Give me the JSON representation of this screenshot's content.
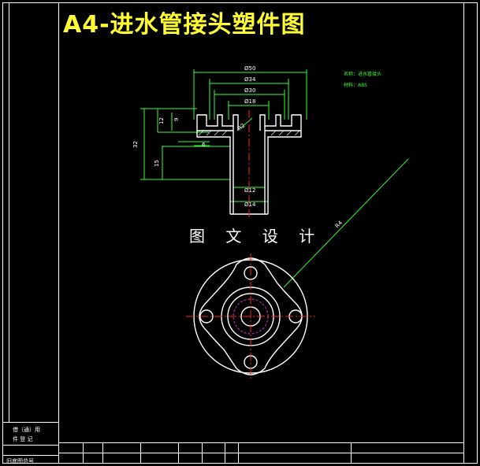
{
  "drawing": {
    "title": "A4-进水管接头塑件图",
    "watermark": "图 文 设 计",
    "notes": {
      "part_name": "名称：进水管接头",
      "material": "材料：ABS"
    },
    "dimensions": {
      "d50": "Ø50",
      "d34": "Ø34",
      "d30": "Ø30",
      "d18": "Ø18",
      "d12": "Ø12",
      "d14": "Ø14",
      "h32": "32",
      "h12": "12",
      "h9": "9",
      "h15": "15",
      "h6": "6",
      "r2": "R2",
      "r4": "R4"
    },
    "side_block": {
      "row1": "借（通）用",
      "row2": "件 登 记",
      "row3": "旧底图总号"
    }
  },
  "colors": {
    "background": "#000000",
    "frame": "#ffffff",
    "title": "#ffff33",
    "geometry": "#ffffff",
    "dimension": "#33ff33",
    "center_line": "#ff2222",
    "hidden_circle": "#cc33cc"
  }
}
